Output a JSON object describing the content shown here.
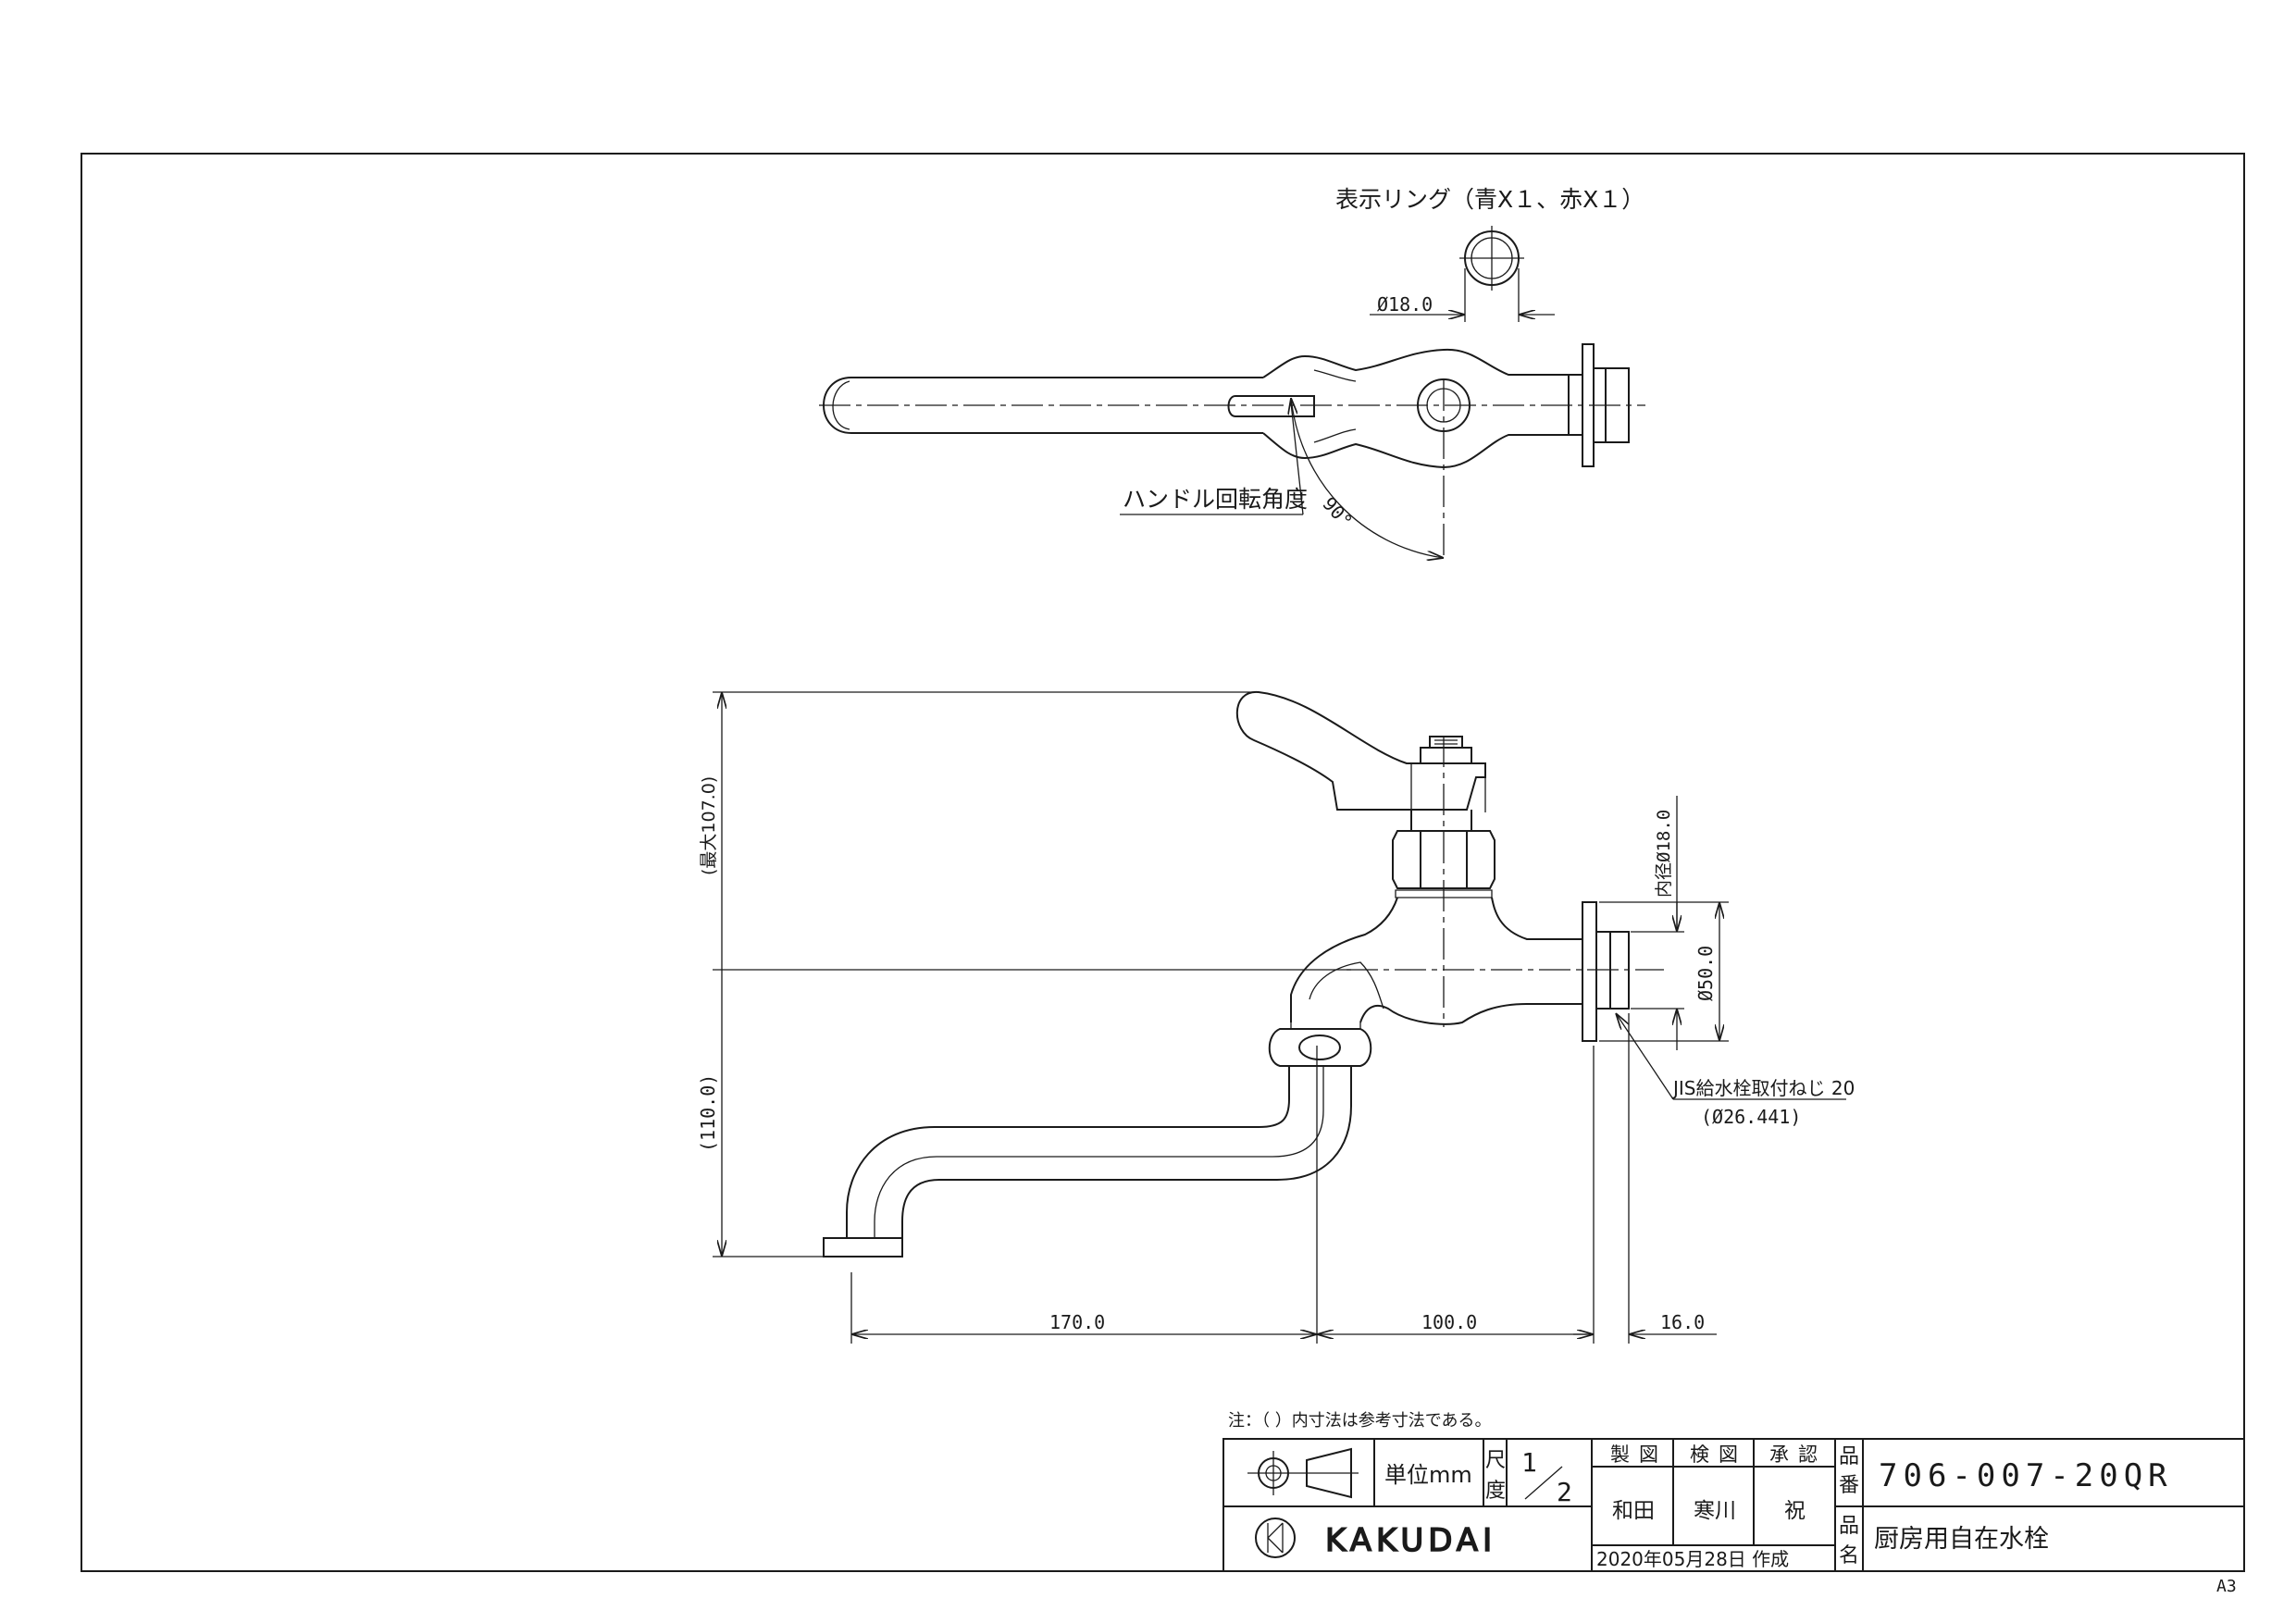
{
  "top_view": {
    "ring_label": "表示リング（青X１、赤X１）",
    "ring_dim": "Ø18.0",
    "handle_label": "ハンドル回転角度",
    "angle": "90°"
  },
  "front_view": {
    "dim_height_max": "(最大107.0)",
    "dim_height_lower": "(110.0)",
    "dim_inner": "内径Ø18.0",
    "dim_flange": "Ø50.0",
    "thread_label": "JIS給水栓取付ねじ 20",
    "thread_dim": "(Ø26.441)",
    "dim_170": "170.0",
    "dim_100": "100.0",
    "dim_16": "16.0"
  },
  "note": "注：（ ）内寸法は参考寸法である。",
  "title_block": {
    "unit_label": "単位mm",
    "scale_label_1": "尺",
    "scale_label_2": "度",
    "scale_num": "1",
    "scale_den": "2",
    "col_made": "製図",
    "col_checked": "検図",
    "col_approved": "承認",
    "name_made": "和田",
    "name_checked": "寒川",
    "name_approved": "祝",
    "date": "2020年05月28日 作成",
    "part_no_label_1": "品",
    "part_no_label_2": "番",
    "part_no": "706-007-20QR",
    "part_name_label_1": "品",
    "part_name_label_2": "名",
    "part_name": "厨房用自在水栓",
    "brand": "KAKUDAI"
  },
  "paper_size": "A3"
}
